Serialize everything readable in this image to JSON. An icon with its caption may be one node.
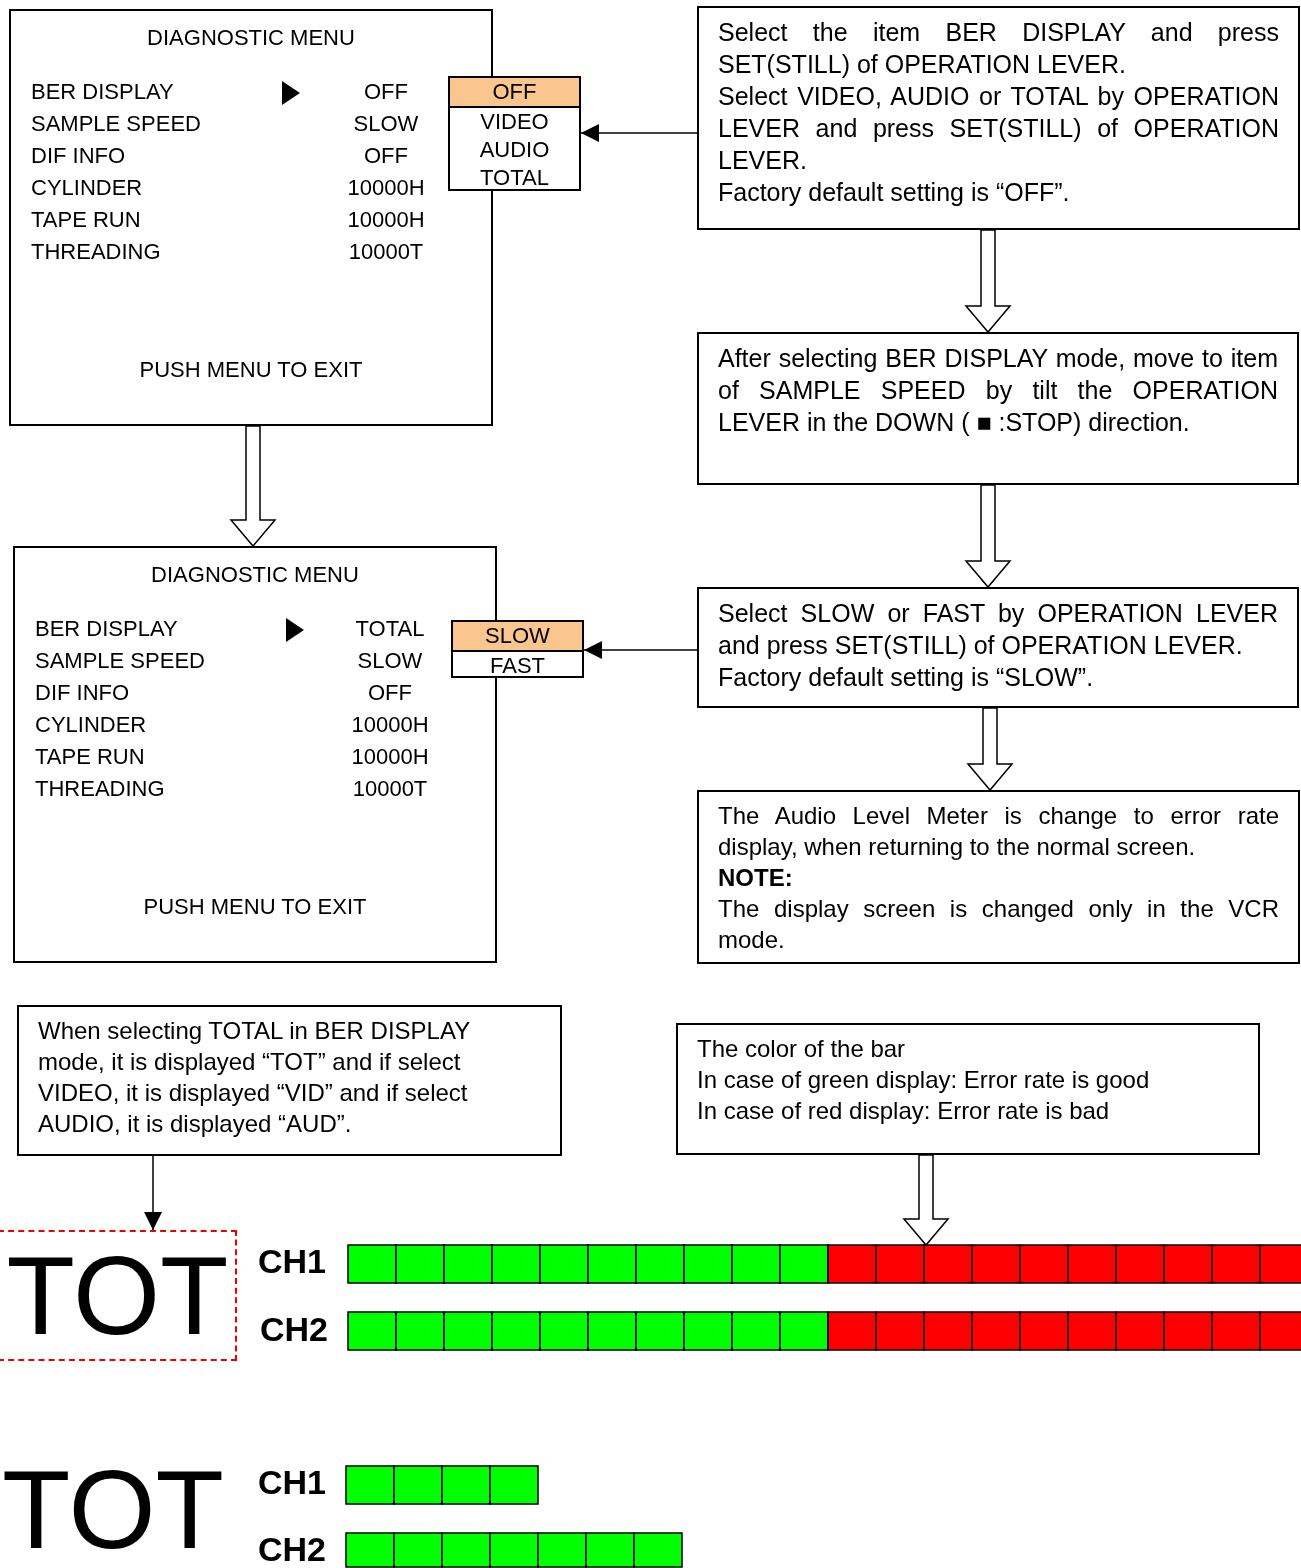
{
  "diagram": {
    "nodes": [
      {
        "text": [
          "DIAGNOSTIC MENU",
          "BER DISPLAY",
          "OFF",
          "SAMPLE SPEED",
          "SLOW",
          "DIF INFO",
          "OFF",
          "CYLINDER",
          "10000H",
          "TAPE RUN",
          "10000H",
          "THREADING",
          "10000T",
          "PUSH MENU TO EXIT"
        ]
      },
      {
        "text": [
          "OFF",
          "VIDEO",
          "AUDIO",
          "TOTAL"
        ]
      },
      {
        "text": [
          "Select the item BER DISPLAY and press SET(STILL) of OPERATION LEVER.",
          "Select VIDEO, AUDIO or TOTAL by OPERATION LEVER and press SET(STILL) of OPERATION LEVER.",
          "Factory default setting is “OFF”."
        ]
      },
      {
        "text": [
          "After selecting BER DISPLAY mode, move to item of SAMPLE SPEED by tilt the OPERATION LEVER in the DOWN ( ■ :STOP) direction."
        ]
      },
      {
        "text": [
          "Select SLOW or FAST by OPERATION LEVER and press SET(STILL) of OPERATION LEVER.",
          "Factory default setting is “SLOW”."
        ]
      },
      {
        "text": [
          "The Audio Level Meter is change to error rate display, when returning to the normal screen.",
          "NOTE:",
          "The display screen is changed only in the VCR mode."
        ]
      },
      {
        "text": [
          "DIAGNOSTIC MENU",
          "BER DISPLAY",
          "TOTAL",
          "SAMPLE SPEED",
          "SLOW",
          "DIF INFO",
          "OFF",
          "CYLINDER",
          "10000H",
          "TAPE RUN",
          "10000H",
          "THREADING",
          "10000T",
          "PUSH MENU TO EXIT"
        ]
      },
      {
        "text": [
          "SLOW",
          "FAST"
        ]
      },
      {
        "text": [
          "When selecting TOTAL in BER DISPLAY mode, it is displayed “TOT” and if select VIDEO, it is displayed  “VID” and if select AUDIO, it is displayed “AUD”."
        ]
      },
      {
        "text": [
          "The color of the bar",
          "In case of green display: Error rate is good",
          "In case of red display: Error rate is bad"
        ]
      },
      {
        "text": [
          "TOT"
        ]
      },
      {
        "text": [],
        "shape": "bar"
      },
      {
        "text": [],
        "shape": "bar"
      },
      {
        "text": [],
        "shape": "bar"
      },
      {
        "text": [],
        "shape": "bar"
      }
    ],
    "edges": [
      {
        "from": 2,
        "to": 1,
        "arrow": "to"
      },
      {
        "from": 2,
        "to": 3,
        "arrow": "to",
        "style": "thick"
      },
      {
        "from": 3,
        "to": 4,
        "arrow": "to",
        "style": "thick"
      },
      {
        "from": 4,
        "to": 7,
        "arrow": "to"
      },
      {
        "from": 4,
        "to": 5,
        "arrow": "to",
        "style": "thick"
      },
      {
        "from": 0,
        "to": 6,
        "arrow": "to",
        "style": "thick"
      },
      {
        "from": 8,
        "to": 10,
        "arrow": "to"
      },
      {
        "from": 9,
        "to": 11,
        "arrow": "to",
        "style": "thick"
      }
    ],
    "labels": [
      "CH1",
      "CH2",
      "TOT",
      "CH1",
      "CH2"
    ]
  }
}
